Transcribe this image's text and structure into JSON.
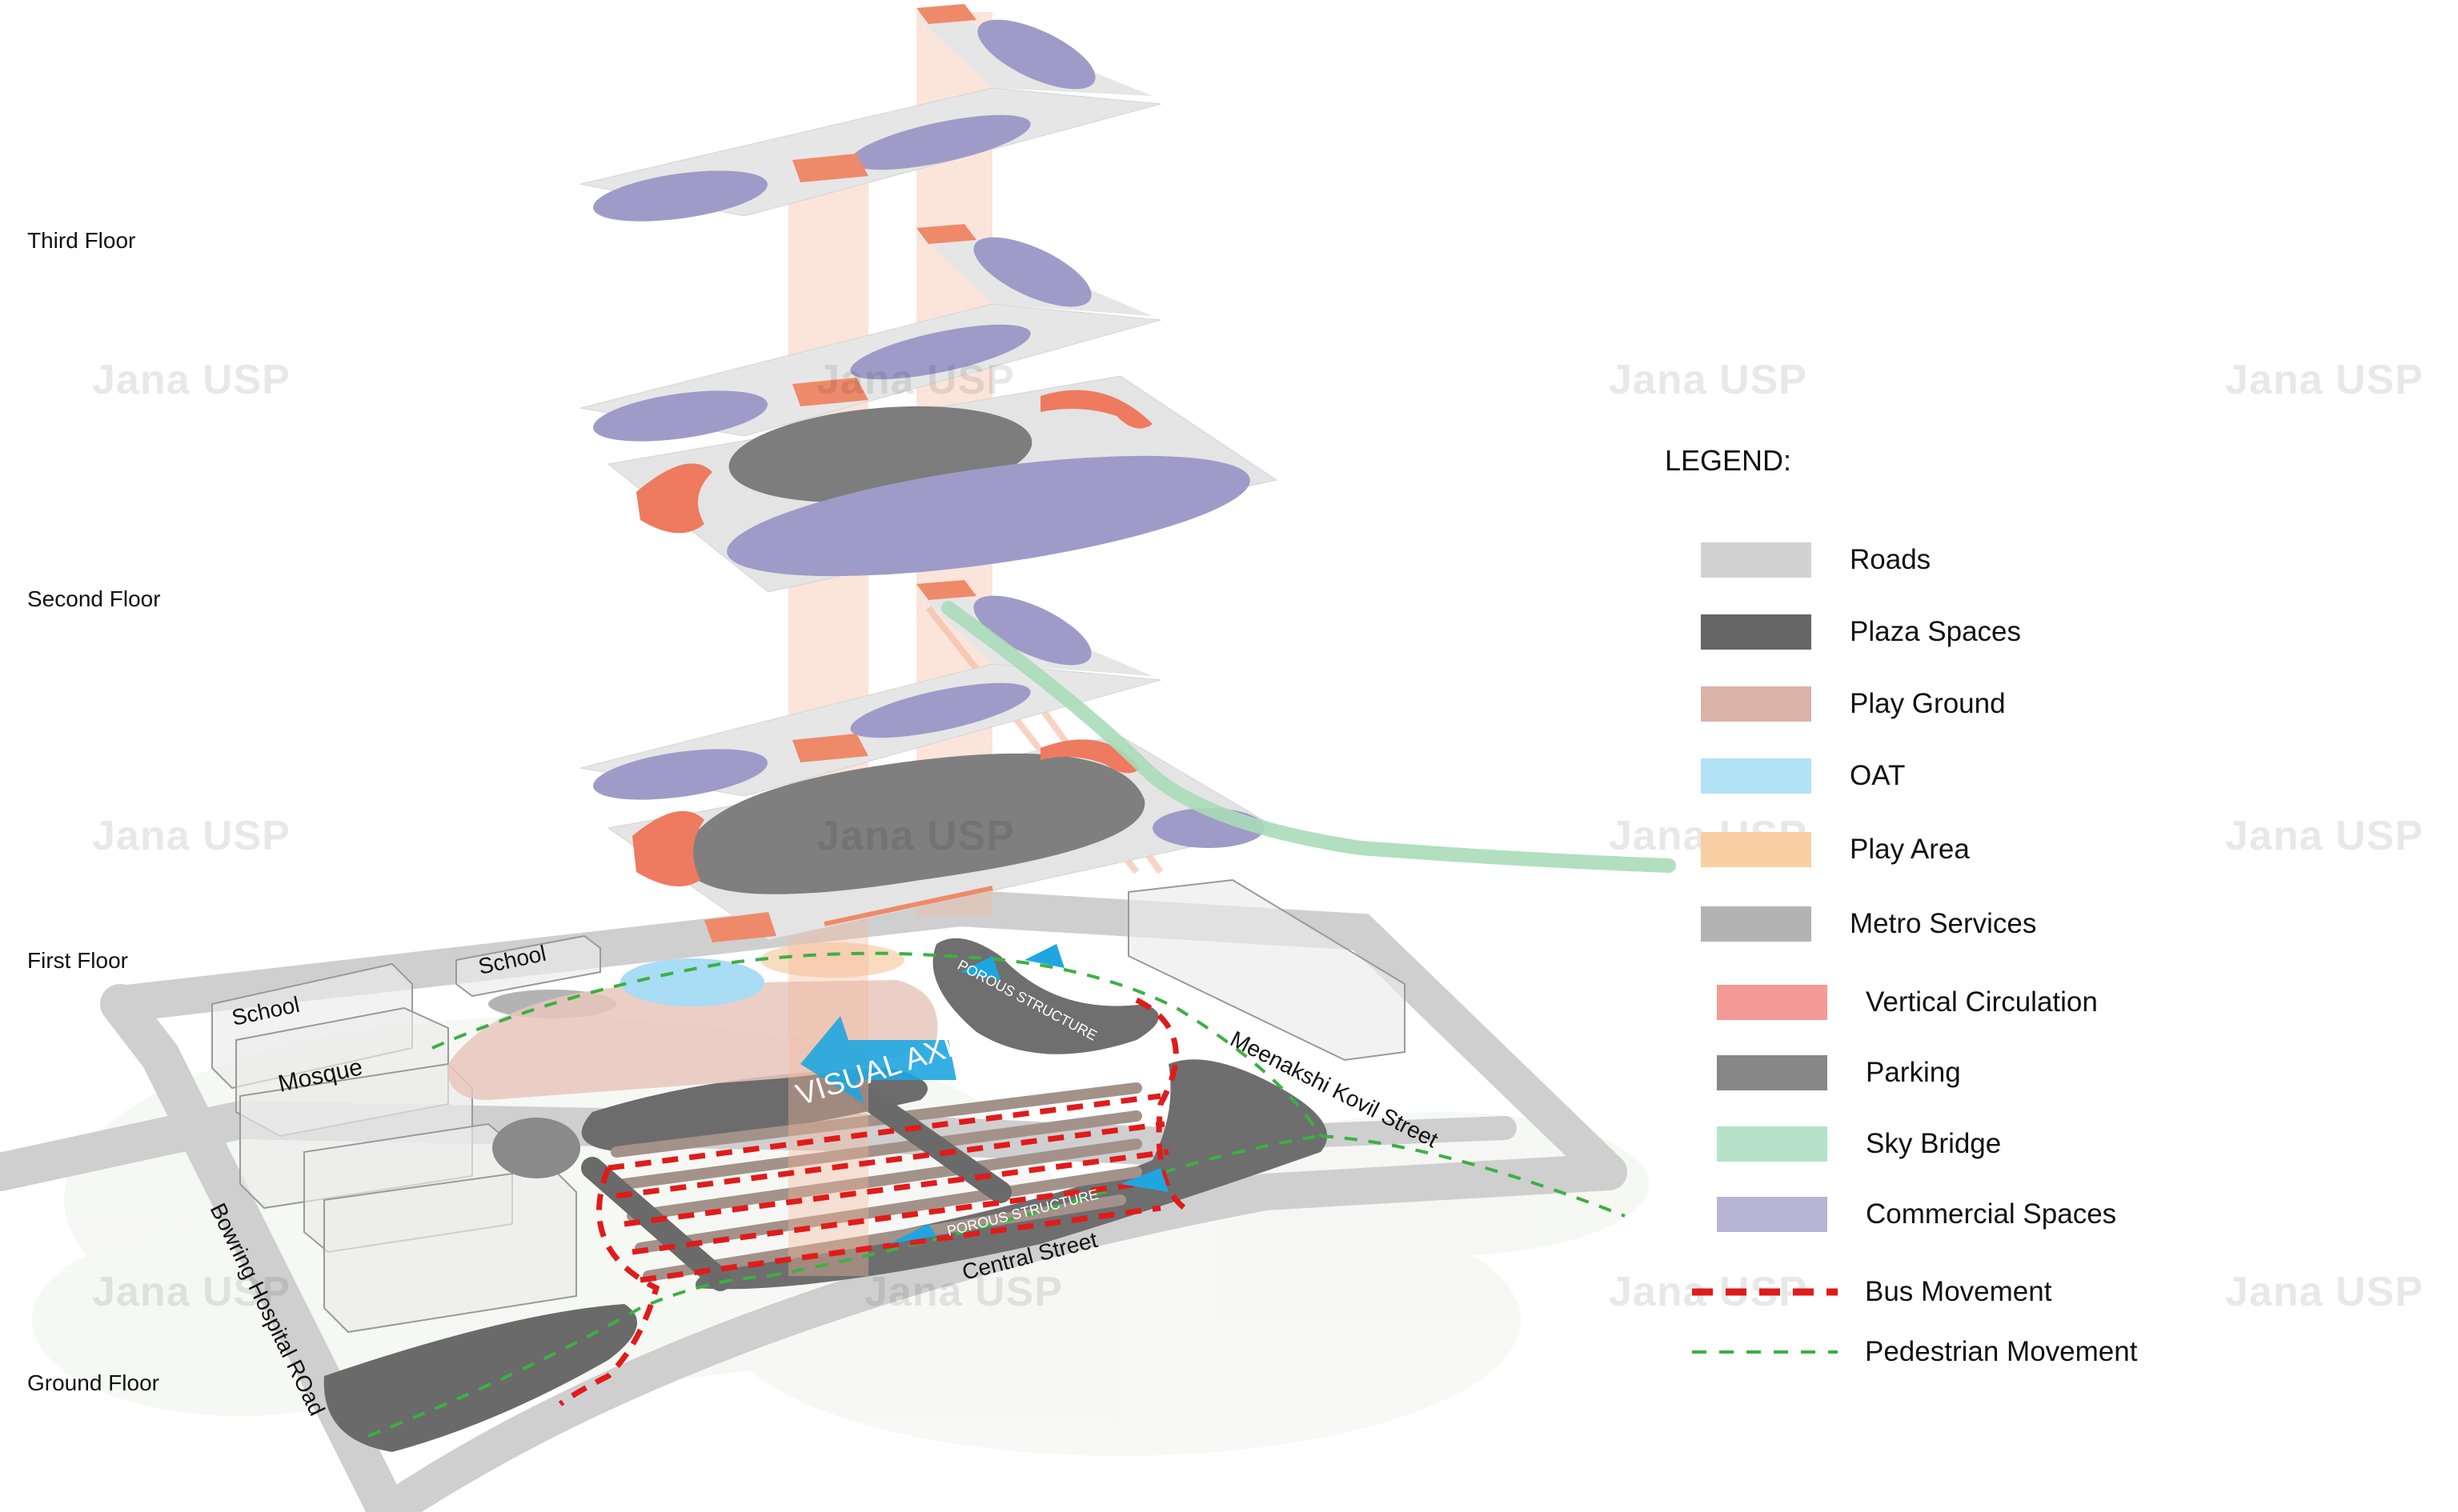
{
  "floor_labels": {
    "third": "Third Floor",
    "second": "Second Floor",
    "first": "First Floor",
    "ground": "Ground Floor"
  },
  "watermark": "Jana USP",
  "map_labels": {
    "school_1": "School",
    "school_2": "School",
    "mosque": "Mosque",
    "visual_axis": "VISUAL AXIS",
    "porous_structure_1": "POROUS STRUCTURE",
    "porous_structure_2": "POROUS STRUCTURE",
    "central_street": "Central Street",
    "meenakshi_street": "Meenakshi Kovil Street",
    "bowring_road": "Bowring Hospital ROad"
  },
  "legend": {
    "title": "LEGEND:",
    "items": [
      {
        "label": "Roads",
        "color": "#d2d2d2",
        "kind": "swatch"
      },
      {
        "label": "Plaza Spaces",
        "color": "#666666",
        "kind": "swatch"
      },
      {
        "label": "Play Ground",
        "color": "#dbb2a8",
        "kind": "swatch"
      },
      {
        "label": "OAT",
        "color": "#b2e2f5",
        "kind": "swatch"
      },
      {
        "label": "Play Area",
        "color": "#f8cfa3",
        "kind": "swatch"
      },
      {
        "label": "Metro Services",
        "color": "#b3b3b3",
        "kind": "swatch"
      },
      {
        "label": "Vertical Circulation",
        "color": "#f39a96",
        "kind": "swatch"
      },
      {
        "label": "Parking",
        "color": "#878787",
        "kind": "swatch"
      },
      {
        "label": "Sky Bridge",
        "color": "#b6e3c8",
        "kind": "swatch"
      },
      {
        "label": "Commercial Spaces",
        "color": "#b7b4d6",
        "kind": "swatch"
      },
      {
        "label": "Bus Movement",
        "color": "#e01b1b",
        "kind": "bus"
      },
      {
        "label": "Pedestrian Movement",
        "color": "#3cb043",
        "kind": "ped"
      }
    ]
  },
  "colors": {
    "commercial": "#9f9bc8",
    "circulation": "#ee8a6a",
    "plaza": "#6e6e6e",
    "floor_slab": "#e4e4e4",
    "road": "#cccccc",
    "sky_bridge": "#a9dbb8",
    "oat": "#a9dcf5",
    "playground": "#e6c3b8",
    "visual_axis": "#1fa6e0"
  }
}
